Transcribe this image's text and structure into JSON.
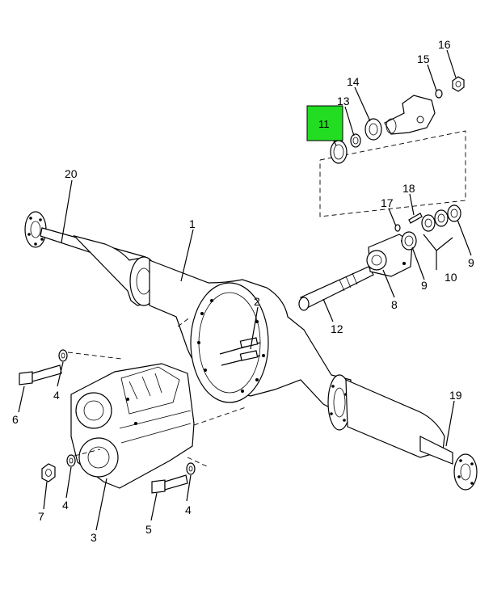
{
  "highlight_color": "#22dd22",
  "callouts": {
    "c1": "1",
    "c2": "2",
    "c3": "3",
    "c4a": "4",
    "c4b": "4",
    "c4c": "4",
    "c5": "5",
    "c6": "6",
    "c7": "7",
    "c8": "8",
    "c9a": "9",
    "c9b": "9",
    "c10": "10",
    "c11": "11",
    "c12": "12",
    "c13": "13",
    "c14": "14",
    "c15": "15",
    "c16": "16",
    "c17": "17",
    "c18": "18",
    "c19": "19",
    "c20": "20"
  }
}
